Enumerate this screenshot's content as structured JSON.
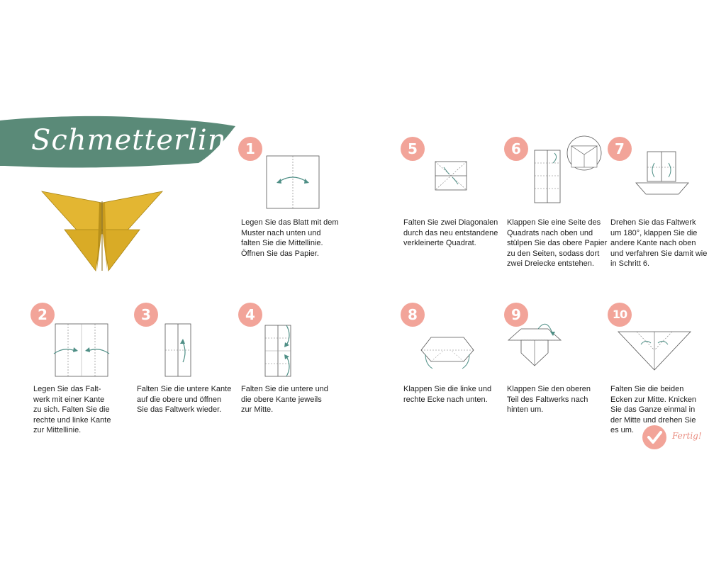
{
  "title": "Schmetterling",
  "colors": {
    "banner": "#5a8a78",
    "badge": "#f2a499",
    "paper": "#e3b632",
    "paper_dark": "#c99b1c",
    "arrow": "#4f8f86"
  },
  "steps": [
    {
      "number": "1",
      "text": "Legen Sie das Blatt mit dem\nMuster nach unten und\nfalten Sie die Mittellinie.\nÖffnen Sie das Papier."
    },
    {
      "number": "2",
      "text": "Legen Sie das Falt-\nwerk mit einer Kante\nzu sich. Falten Sie die\nrechte und linke Kante\nzur Mittellinie."
    },
    {
      "number": "3",
      "text": "Falten Sie die untere Kante\nauf die obere und öffnen\nSie das Faltwerk wieder."
    },
    {
      "number": "4",
      "text": "Falten Sie die untere und\ndie obere Kante jeweils\nzur Mitte."
    },
    {
      "number": "5",
      "text": "Falten Sie zwei Diagonalen\ndurch das neu entstandene\nverkleinerte Quadrat."
    },
    {
      "number": "6",
      "text": "Klappen Sie eine Seite des\nQuadrats nach oben und\nstülpen Sie das obere Papier\nzu den Seiten, sodass dort\nzwei Dreiecke entstehen."
    },
    {
      "number": "7",
      "text": "Drehen Sie das Faltwerk\num 180°, klappen Sie die\nandere Kante nach oben\nund verfahren Sie damit wie\nin Schritt 6."
    },
    {
      "number": "8",
      "text": "Klappen Sie die linke und\nrechte Ecke nach unten."
    },
    {
      "number": "9",
      "text": "Klappen Sie den oberen\nTeil des Faltwerks nach\nhinten um."
    },
    {
      "number": "10",
      "text": "Falten Sie die beiden\nEcken zur Mitte. Knicken\nSie das Ganze einmal in\nder Mitte und drehen Sie\nes um."
    }
  ],
  "done": {
    "label": "Fertig!",
    "icon": "checkmark-icon"
  }
}
